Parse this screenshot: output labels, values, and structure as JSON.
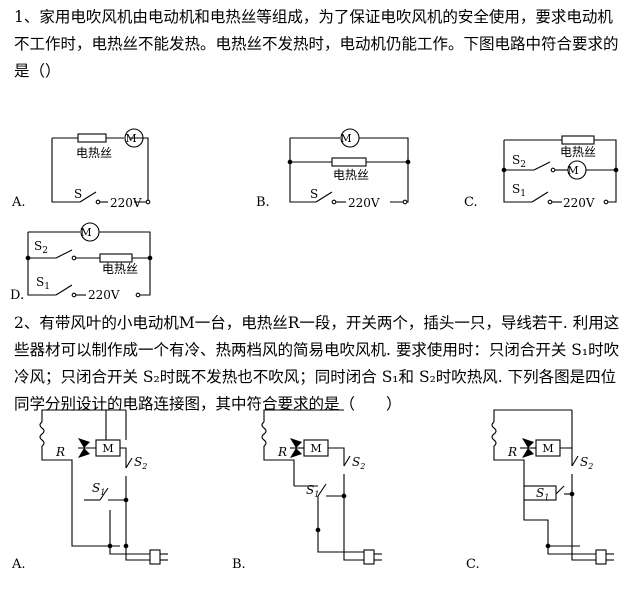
{
  "q1": {
    "text": "1、家用电吹风机由电动机和电热丝等组成，为了保证电吹风机的安全使用，要求电动机不工作时，电热丝不能发热。电热丝不发热时，电动机仍能工作。下图电路中符合要求的是（）",
    "options": [
      "A.",
      "B.",
      "C.",
      "D."
    ],
    "heater_label": "电热丝",
    "motor_label": "M",
    "switch_s": "S",
    "switch_s1": "S",
    "switch_s1_sub": "1",
    "switch_s2": "S",
    "switch_s2_sub": "2",
    "voltage": "220V"
  },
  "q2": {
    "text": "2、有带风叶的小电动机M一台，电热丝R一段，开关两个，插头一只，导线若干. 利用这些器材可以制作成一个有冷、热两档风的简易电吹风机. 要求使用时：只闭合开关 S₁时吹冷风；只闭合开关 S₂时既不发热也不吹风；同时闭合 S₁和 S₂时吹热风. 下列各图是四位同学分别设计的电路连接图，其中符合要求的是（　　）",
    "options": [
      "A.",
      "B.",
      "C."
    ],
    "resistor_label": "R",
    "motor_label": "M",
    "switch_s1": "S",
    "switch_s1_sub": "1",
    "switch_s2": "S",
    "switch_s2_sub": "2"
  }
}
